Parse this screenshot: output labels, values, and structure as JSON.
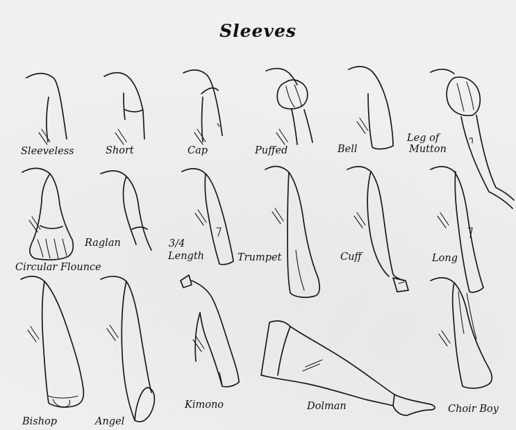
{
  "title": "Sleeves",
  "sleeves": [
    {
      "label": "Sleeveless"
    },
    {
      "label": "Short"
    },
    {
      "label": "Cap"
    },
    {
      "label": "Puffed"
    },
    {
      "label": "Bell"
    },
    {
      "label": "Leg of",
      "label2": "Mutton"
    },
    {
      "label": "Circular Flounce"
    },
    {
      "label": "Raglan"
    },
    {
      "label": "3/4",
      "label2": "Length"
    },
    {
      "label": "Trumpet"
    },
    {
      "label": "Cuff"
    },
    {
      "label": "Long"
    },
    {
      "label": "Bishop"
    },
    {
      "label": "Angel"
    },
    {
      "label": "Kimono"
    },
    {
      "label": "Dolman"
    },
    {
      "label": "Choir Boy"
    }
  ]
}
